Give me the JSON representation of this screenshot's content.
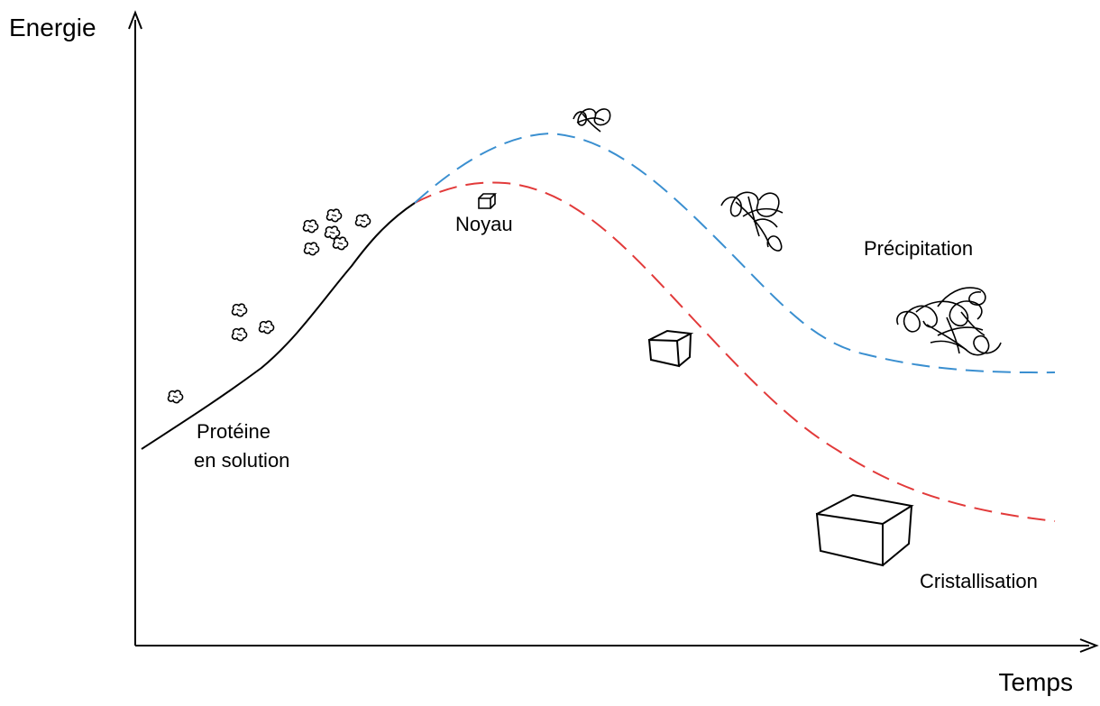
{
  "axes": {
    "y_label": "Energie",
    "x_label": "Temps"
  },
  "labels": {
    "solution_line1": "Protéine",
    "solution_line2": "en solution",
    "nucleus": "Noyau",
    "precipitation": "Précipitation",
    "crystallization": "Cristallisation"
  },
  "colors": {
    "solution_curve": "#000000",
    "precipitation_curve": "#3a8fd0",
    "crystallization_curve": "#e23a3a"
  },
  "icons": {
    "protein": "protein-blob-icon",
    "small_crystal": "cube-icon",
    "aggregate": "tangle-icon"
  }
}
